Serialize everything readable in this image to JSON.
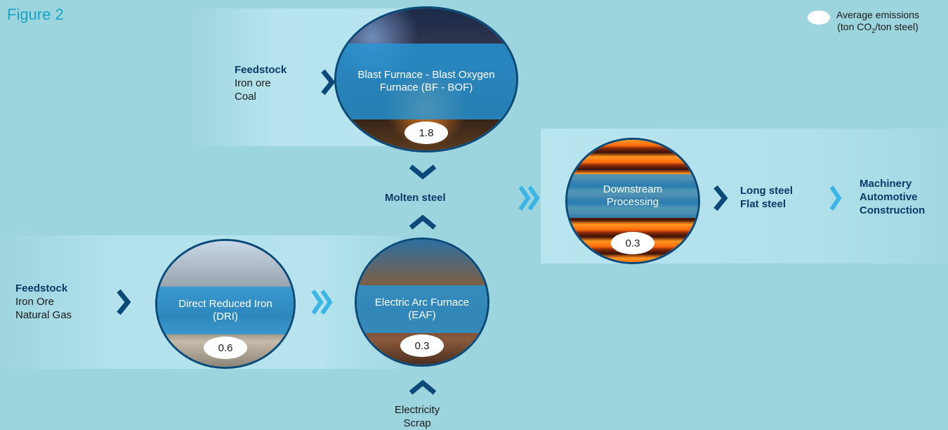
{
  "figure": {
    "title": "Figure 2"
  },
  "legend": {
    "line1": "Average emissions",
    "line2_prefix": "(ton CO",
    "line2_sub": "2",
    "line2_suffix": "/ton steel)"
  },
  "feedstock_top": {
    "heading": "Feedstock",
    "items": [
      "Iron ore",
      "Coal"
    ]
  },
  "feedstock_bottom": {
    "heading": "Feedstock",
    "items": [
      "Iron Ore",
      "Natural Gas"
    ]
  },
  "processes": {
    "bf_bof": {
      "label": "Blast Furnace - Blast Oxygen Furnace (BF - BOF)",
      "emissions": "1.8"
    },
    "dri": {
      "label": "Direct Reduced Iron (DRI)",
      "emissions": "0.6"
    },
    "eaf": {
      "label": "Electric Arc Furnace (EAF)",
      "emissions": "0.3"
    },
    "downstream": {
      "label": "Downstream Processing",
      "emissions": "0.3"
    }
  },
  "molten_steel": "Molten steel",
  "products": [
    "Long steel",
    "Flat steel"
  ],
  "sectors": [
    "Machinery",
    "Automotive",
    "Construction"
  ],
  "eaf_inputs": [
    "Electricity",
    "Scrap"
  ],
  "colors": {
    "background": "#9dd5df",
    "dark_arrow": "#0b4a78",
    "light_arrow": "#3bb4e6",
    "process_overlay": "#2696d7",
    "title": "#19a3c4"
  }
}
